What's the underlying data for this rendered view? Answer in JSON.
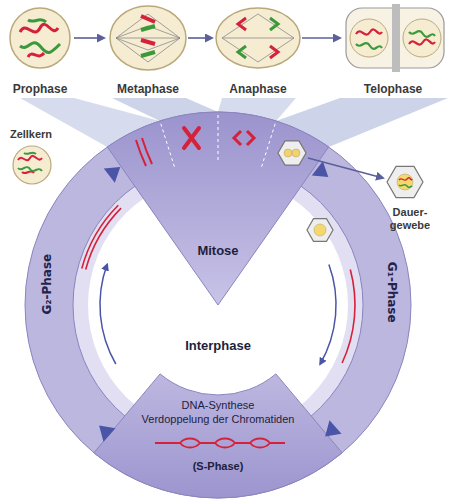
{
  "diagram": {
    "labels": [
      "Prophase",
      "Metaphase",
      "Anaphase",
      "Telophase",
      "Zellkern",
      "Dauer-gewebe",
      "Mitose",
      "G₂-Phase",
      "G₁-Phase",
      "Interphase",
      "DNA-Synthese",
      "Verdoppelung der Chromatiden",
      "(S-Phase)"
    ]
  }
}
